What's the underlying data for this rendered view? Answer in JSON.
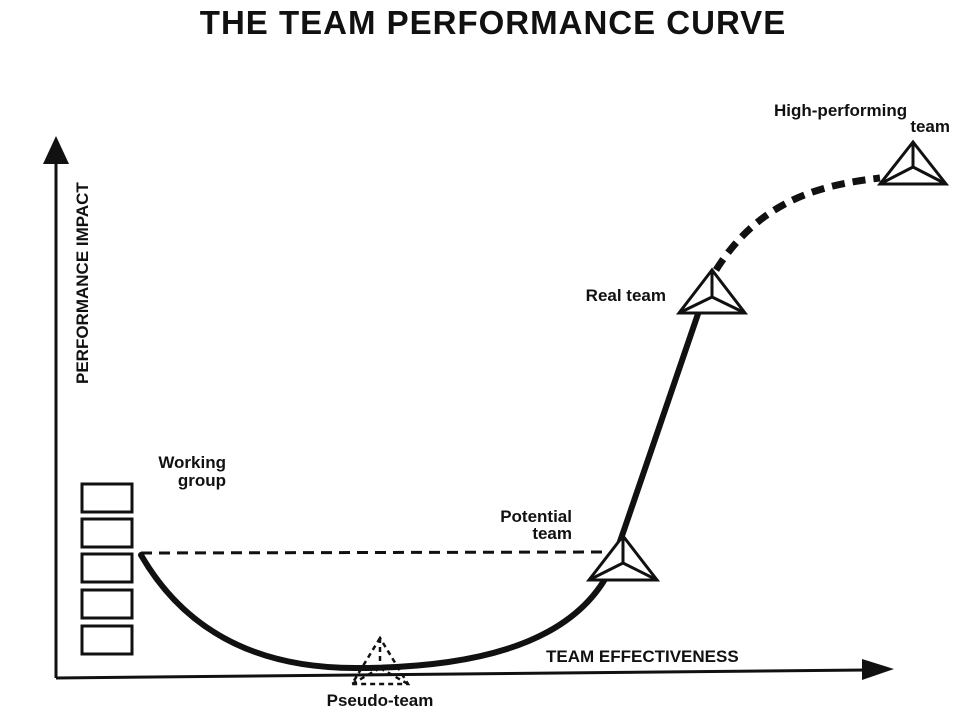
{
  "title": "THE TEAM PERFORMANCE CURVE",
  "axes": {
    "y_label": "PERFORMANCE IMPACT",
    "x_label": "TEAM EFFECTIVENESS"
  },
  "stages": {
    "working_group": [
      "Working",
      "group"
    ],
    "pseudo_team": "Pseudo-team",
    "potential_team": [
      "Potential",
      "team"
    ],
    "real_team": "Real team",
    "high_performing_team": [
      "High-performing",
      "team"
    ]
  },
  "colors": {
    "ink": "#111111",
    "background": "#ffffff"
  },
  "icons": {
    "working_group": "stacked-boxes-icon",
    "team": "triangle-team-icon"
  }
}
